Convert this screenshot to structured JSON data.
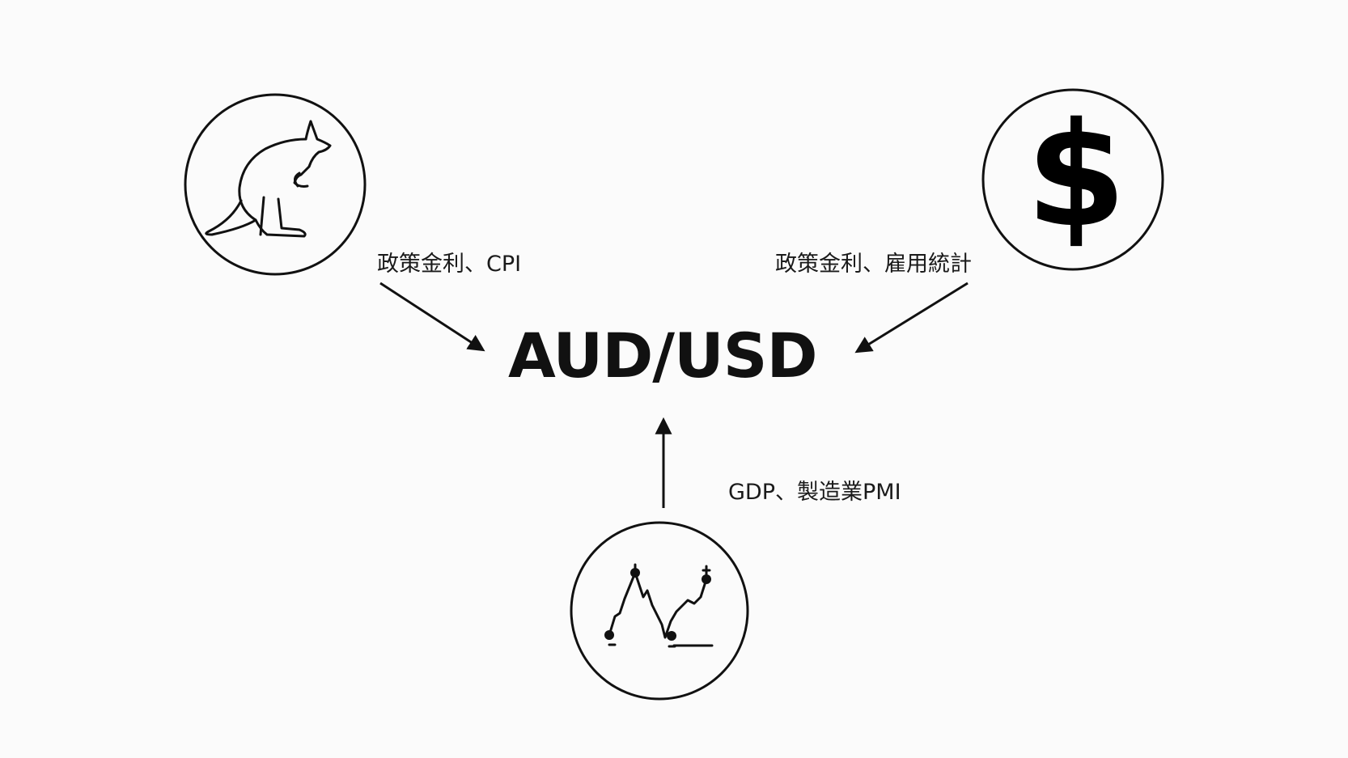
{
  "center": {
    "label": "AUD/USD"
  },
  "nodes": {
    "australia": {
      "icon": "kangaroo-icon",
      "label": "政策金利、CPI"
    },
    "united_states": {
      "icon": "dollar-sign-icon",
      "glyph": "$",
      "label": "政策金利、雇用統計"
    },
    "china": {
      "icon": "line-chart-icon",
      "label": "GDP、製造業PMI"
    }
  },
  "colors": {
    "ink": "#111111",
    "background": "#fbfbfb"
  }
}
